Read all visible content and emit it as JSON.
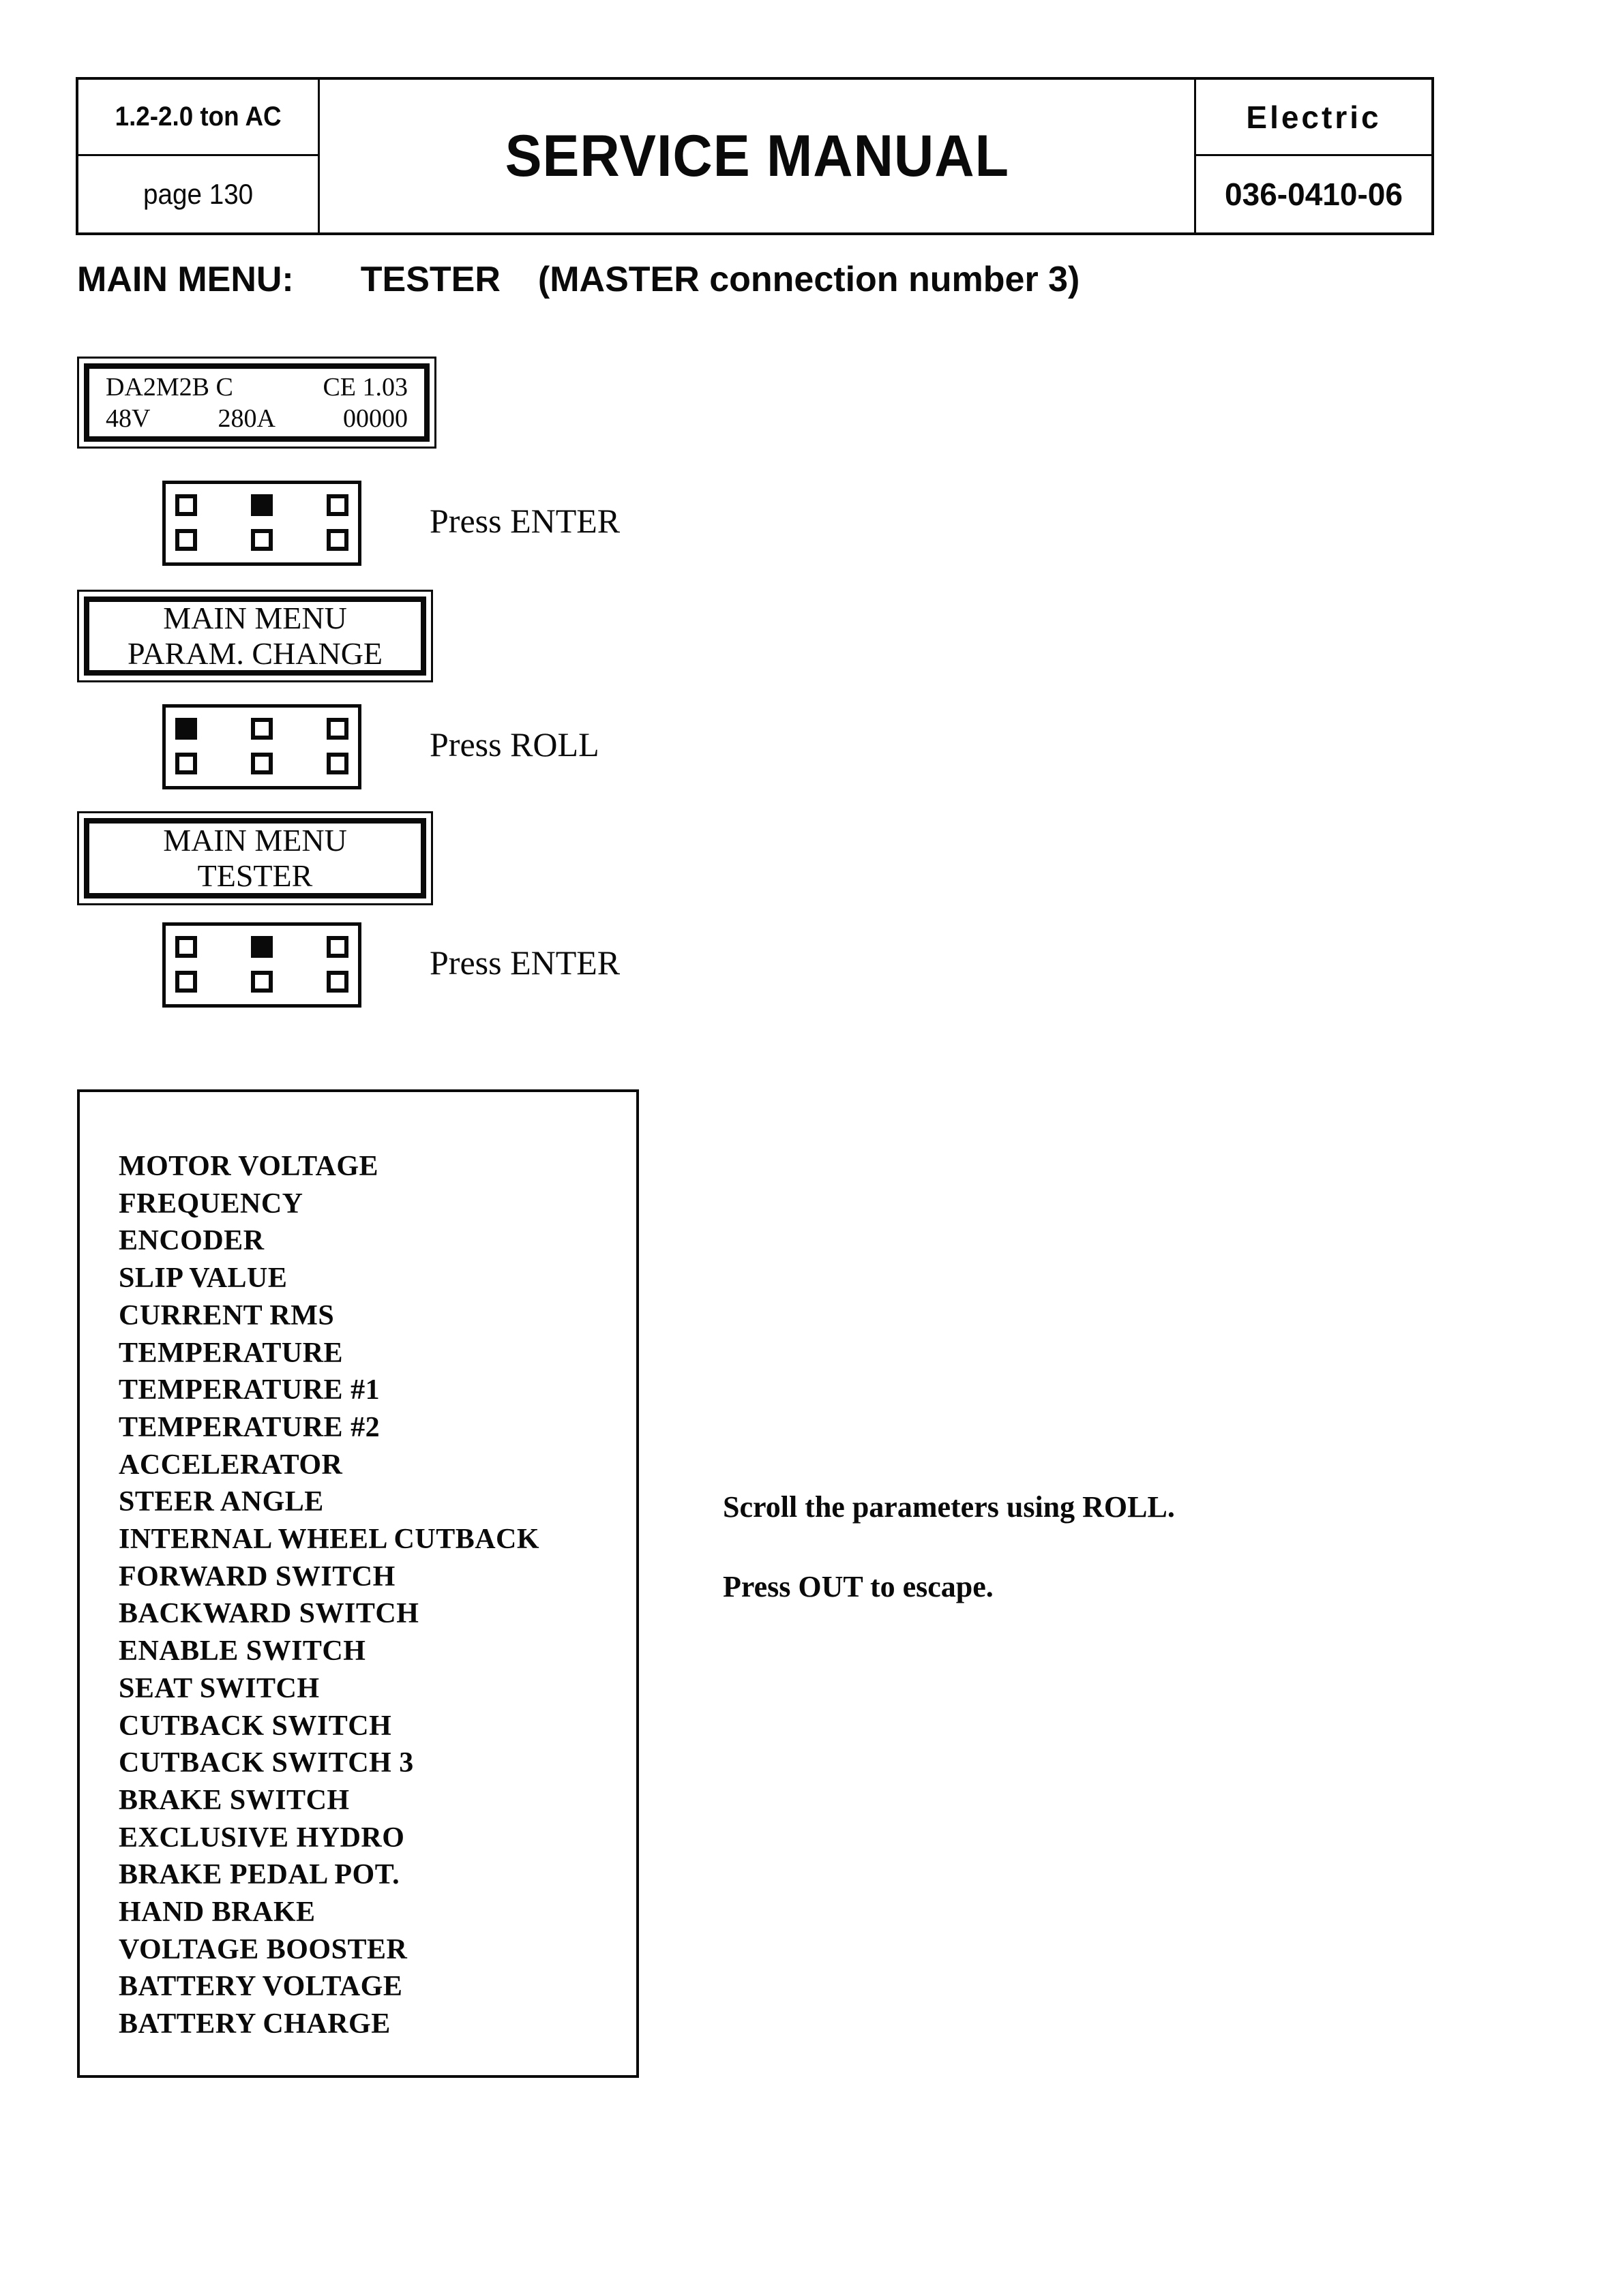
{
  "header": {
    "model": "1.2-2.0  ton AC",
    "page": "page 130",
    "title": "SERVICE MANUAL",
    "brand": "Electric",
    "doc_number": "036-0410-06"
  },
  "heading": {
    "label": "MAIN MENU:",
    "value": "TESTER",
    "note": "(MASTER connection number 3)"
  },
  "lcd_startup": {
    "line1_left": "DA2M2B C",
    "line1_right": "CE 1.03",
    "line2_left": "48V",
    "line2_mid": "280A",
    "line2_right": "00000"
  },
  "lcd_param_change": {
    "line1": "MAIN MENU",
    "line2": "PARAM. CHANGE"
  },
  "lcd_tester": {
    "line1": "MAIN MENU",
    "line2": "TESTER"
  },
  "keypads": [
    {
      "label": "Press ENTER",
      "filled_index": 1
    },
    {
      "label": "Press ROLL",
      "filled_index": 0
    },
    {
      "label": "Press ENTER",
      "filled_index": 1
    }
  ],
  "parameters": [
    "MOTOR VOLTAGE",
    "FREQUENCY",
    "ENCODER",
    "SLIP VALUE",
    "CURRENT RMS",
    "TEMPERATURE",
    "TEMPERATURE #1",
    "TEMPERATURE #2",
    "ACCELERATOR",
    "STEER ANGLE",
    "INTERNAL WHEEL CUTBACK",
    "FORWARD SWITCH",
    "BACKWARD SWITCH",
    "ENABLE SWITCH",
    "SEAT SWITCH",
    "CUTBACK SWITCH",
    "CUTBACK SWITCH 3",
    "BRAKE SWITCH",
    "EXCLUSIVE HYDRO",
    "BRAKE PEDAL POT.",
    "HAND BRAKE",
    "VOLTAGE BOOSTER",
    "BATTERY VOLTAGE",
    "BATTERY CHARGE"
  ],
  "instructions": {
    "scroll": "Scroll the parameters using ROLL.",
    "escape": "Press OUT to escape."
  },
  "colors": {
    "ink": "#0a0a0a",
    "paper": "#ffffff"
  }
}
